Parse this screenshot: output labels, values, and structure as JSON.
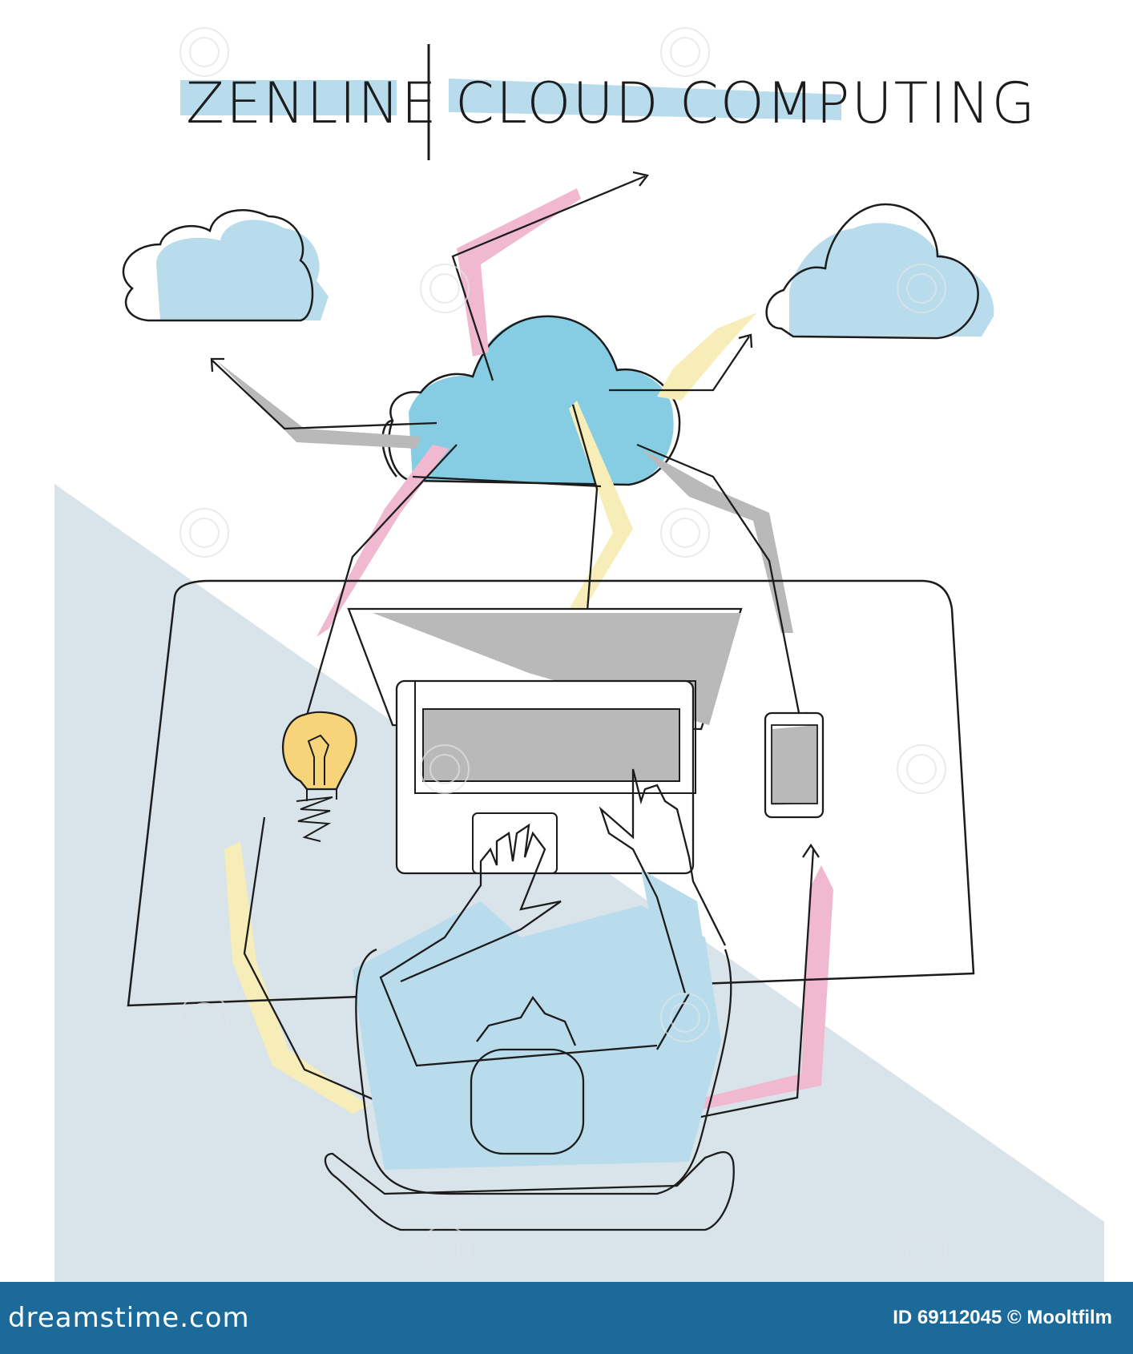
{
  "title": {
    "left": "ZENLINE",
    "right": "CLOUD COMPUTING"
  },
  "footer": {
    "logo": "dreamstime.com",
    "credit": "ID 69112045 © Mooltfilm"
  },
  "colors": {
    "cloud_blue": "#86cde3",
    "shadow_blue": "#b9dced",
    "floor_grey_blue": "#d9e3ea",
    "accent_pink": "#f0b9cf",
    "accent_yellow": "#f7edb8",
    "shadow_grey": "#b9b9b9",
    "line": "#1c1c1c",
    "footer_bg": "#1b6a9a"
  },
  "icons": [
    "cloud-icon",
    "lightbulb-icon",
    "laptop-icon",
    "smartphone-icon",
    "person-icon",
    "arrow-icon"
  ]
}
